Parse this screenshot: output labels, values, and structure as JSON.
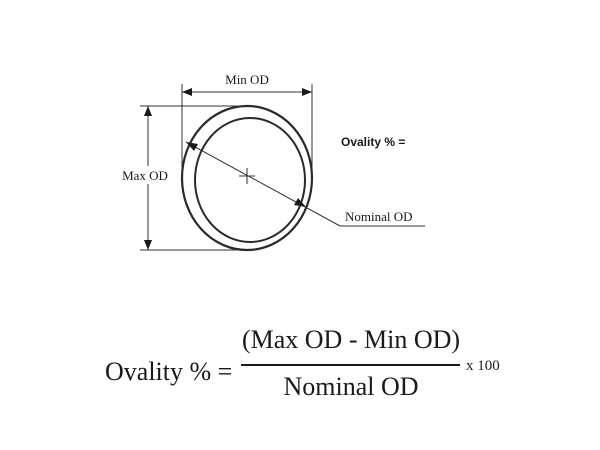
{
  "diagram": {
    "labels": {
      "min_od": "Min OD",
      "max_od": "Max OD",
      "nominal_od": "Nominal OD",
      "ovality_heading": "Ovality % ="
    },
    "formula": {
      "lhs": "Ovality % =",
      "numerator": "(Max OD - Min OD)",
      "denominator": "Nominal OD",
      "multiplier": "x 100"
    },
    "colors": {
      "ink": "#1a1a1a",
      "background": "#ffffff"
    }
  }
}
